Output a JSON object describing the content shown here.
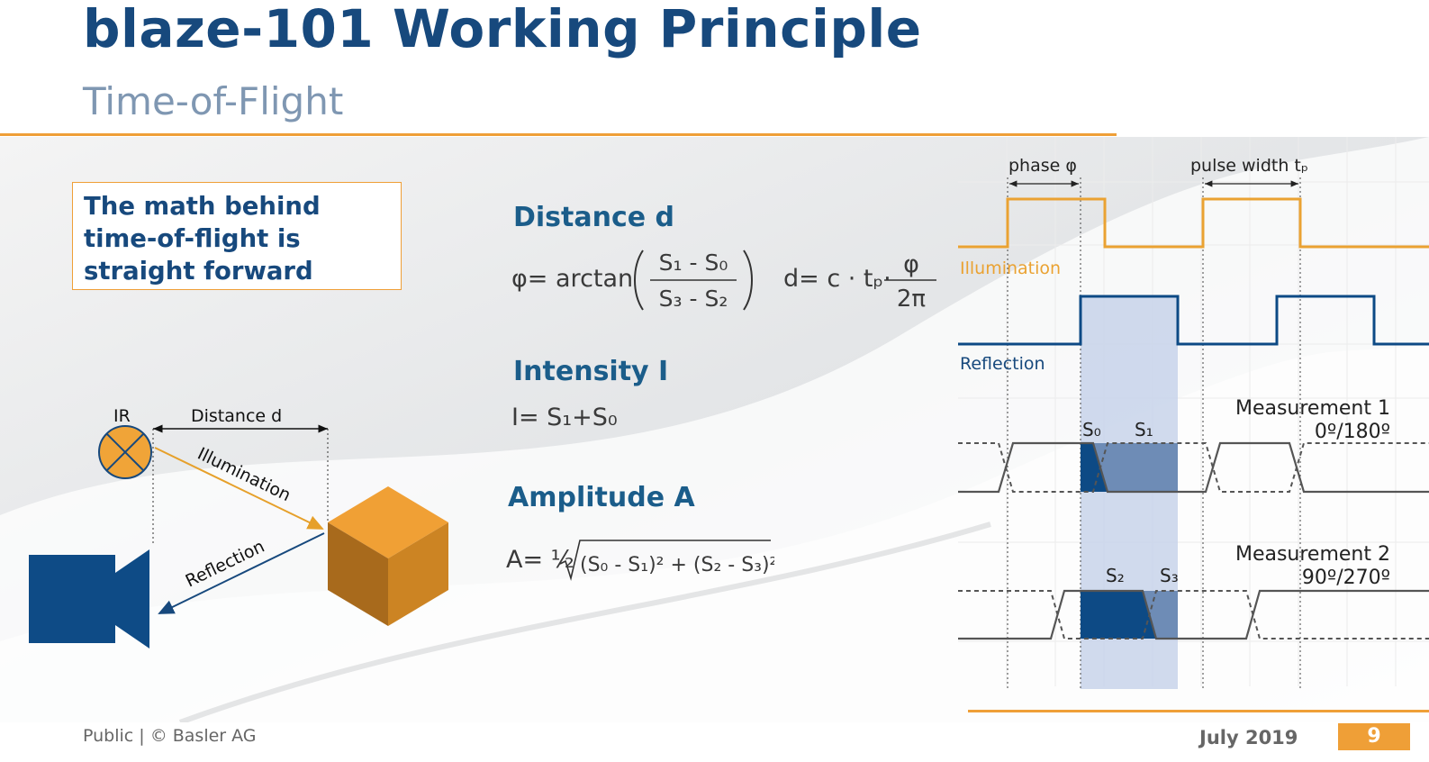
{
  "slide": {
    "title": "blaze-101 Working Principle",
    "subtitle": "Time-of-Flight",
    "callout_lines": [
      "The math behind",
      "time-of-flight is",
      "straight forward"
    ]
  },
  "diagram": {
    "ir_label": "IR",
    "distance_label": "Distance d",
    "illumination_label": "Illumination",
    "reflection_label": "Reflection"
  },
  "formulas": {
    "distance_heading": "Distance d",
    "phase_prefix": "φ= arctan",
    "phase_num": "S₁ - S₀",
    "phase_den": "S₃ - S₂",
    "distance_prefix": "d= c · tₚ·",
    "distance_num": "φ",
    "distance_den": "2π",
    "intensity_heading": "Intensity I",
    "intensity_formula": "I= S₁+S₀",
    "amplitude_heading": "Amplitude A",
    "amplitude_prefix": "A= ½",
    "amplitude_radicand": "(S₀ - S₁)² + (S₂ - S₃)²"
  },
  "timing": {
    "phase_label": "phase φ",
    "pulse_label": "pulse width tₚ",
    "illumination_label": "Illumination",
    "reflection_label": "Reflection",
    "measurement1_title": "Measurement 1",
    "measurement1_angles": "0º/180º",
    "measurement2_title": "Measurement 2",
    "measurement2_angles": "90º/270º",
    "s0": "S₀",
    "s1": "S₁",
    "s2": "S₂",
    "s3": "S₃"
  },
  "footer": {
    "left": "Public | © Basler AG",
    "date": "July 2019",
    "page": "9"
  },
  "colors": {
    "brand_blue": "#17497d",
    "accent_orange": "#ef9f37",
    "dark_blue_signal": "#0d4a85",
    "mid_blue_fill": "#6e8cb6",
    "light_blue_band": "#c8d4ea"
  }
}
